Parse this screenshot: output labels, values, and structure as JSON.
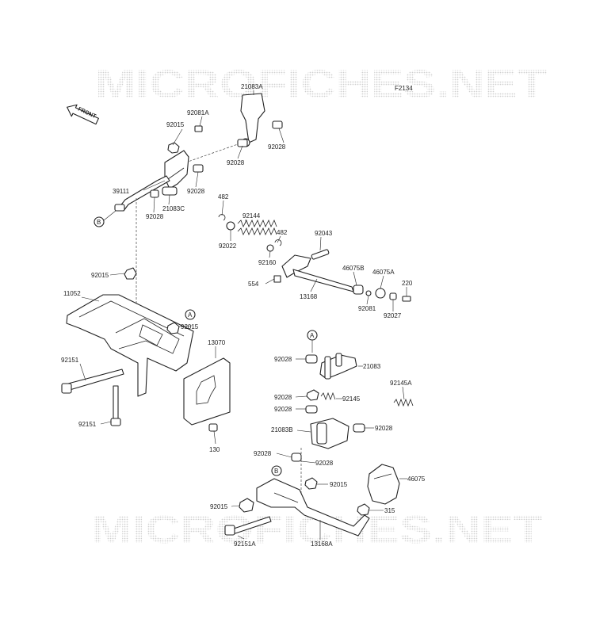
{
  "watermark": "MICROFICHES.NET",
  "figure_code": "F2134",
  "front_label": "FRONT",
  "callouts": {
    "a": "A",
    "b": "B"
  },
  "parts": {
    "p21083A": "21083A",
    "p92081A": "92081A",
    "p92015_top": "92015",
    "p92028_a": "92028",
    "p92028_b": "92028",
    "p92028_c": "92028",
    "p39111": "39111",
    "p21083C": "21083C",
    "p92028_d": "92028",
    "p482_a": "482",
    "p92144": "92144",
    "p92022": "92022",
    "p482_b": "482",
    "p92043": "92043",
    "p92160": "92160",
    "p46075B": "46075B",
    "p46075A": "46075A",
    "p554": "554",
    "p13168": "13168",
    "p220": "220",
    "p92081": "92081",
    "p92027": "92027",
    "p92015_mid": "92015",
    "p11052": "11052",
    "p92015_r": "92015",
    "p13070": "13070",
    "p92151_a": "92151",
    "p92151_b": "92151",
    "p130": "130",
    "p92028_e": "92028",
    "p21083": "21083",
    "p92028_f": "92028",
    "p92145": "92145",
    "p92028_g": "92028",
    "p92145A": "92145A",
    "p21083B": "21083B",
    "p92028_h": "92028",
    "p92028_i": "92028",
    "p92028_j": "92028",
    "p92015_bl": "92015",
    "p92015_br": "92015",
    "p46075": "46075",
    "p315": "315",
    "p92151A": "92151A",
    "p13168A": "13168A"
  }
}
